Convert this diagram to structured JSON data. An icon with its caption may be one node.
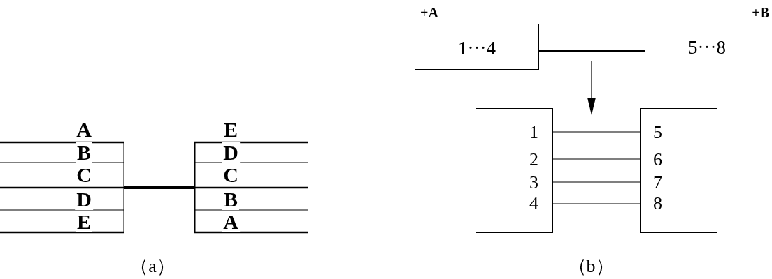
{
  "diagram": {
    "nodes": [
      {
        "text": [
          "A",
          "B",
          "C",
          "D",
          "E"
        ]
      },
      {
        "text": [
          "E",
          "D",
          "C",
          "B",
          "A"
        ]
      },
      {
        "text": [
          "+A",
          "1···4"
        ]
      },
      {
        "text": [
          "+B",
          "5···8"
        ]
      },
      {
        "text": [],
        "shape": "box"
      },
      {
        "text": [
          "1"
        ],
        "in": 4
      },
      {
        "text": [
          "2"
        ],
        "in": 4
      },
      {
        "text": [
          "3"
        ],
        "in": 4
      },
      {
        "text": [
          "4"
        ],
        "in": 4
      },
      {
        "text": [],
        "shape": "box"
      },
      {
        "text": [
          "5"
        ],
        "in": 9
      },
      {
        "text": [
          "6"
        ],
        "in": 9
      },
      {
        "text": [
          "7"
        ],
        "in": 9
      },
      {
        "text": [
          "8"
        ],
        "in": 9
      }
    ],
    "edges": [
      {
        "from": 0,
        "to": 1,
        "arrow": "none",
        "style": "thick"
      },
      {
        "from": 2,
        "to": 3,
        "arrow": "none",
        "style": "thick"
      },
      {
        "from": 5,
        "to": 10,
        "arrow": "none"
      },
      {
        "from": 6,
        "to": 11,
        "arrow": "none"
      },
      {
        "from": 7,
        "to": 12,
        "arrow": "none"
      },
      {
        "from": 8,
        "to": 13,
        "arrow": "none"
      }
    ],
    "labels": [
      "（a）",
      "（b）"
    ]
  }
}
